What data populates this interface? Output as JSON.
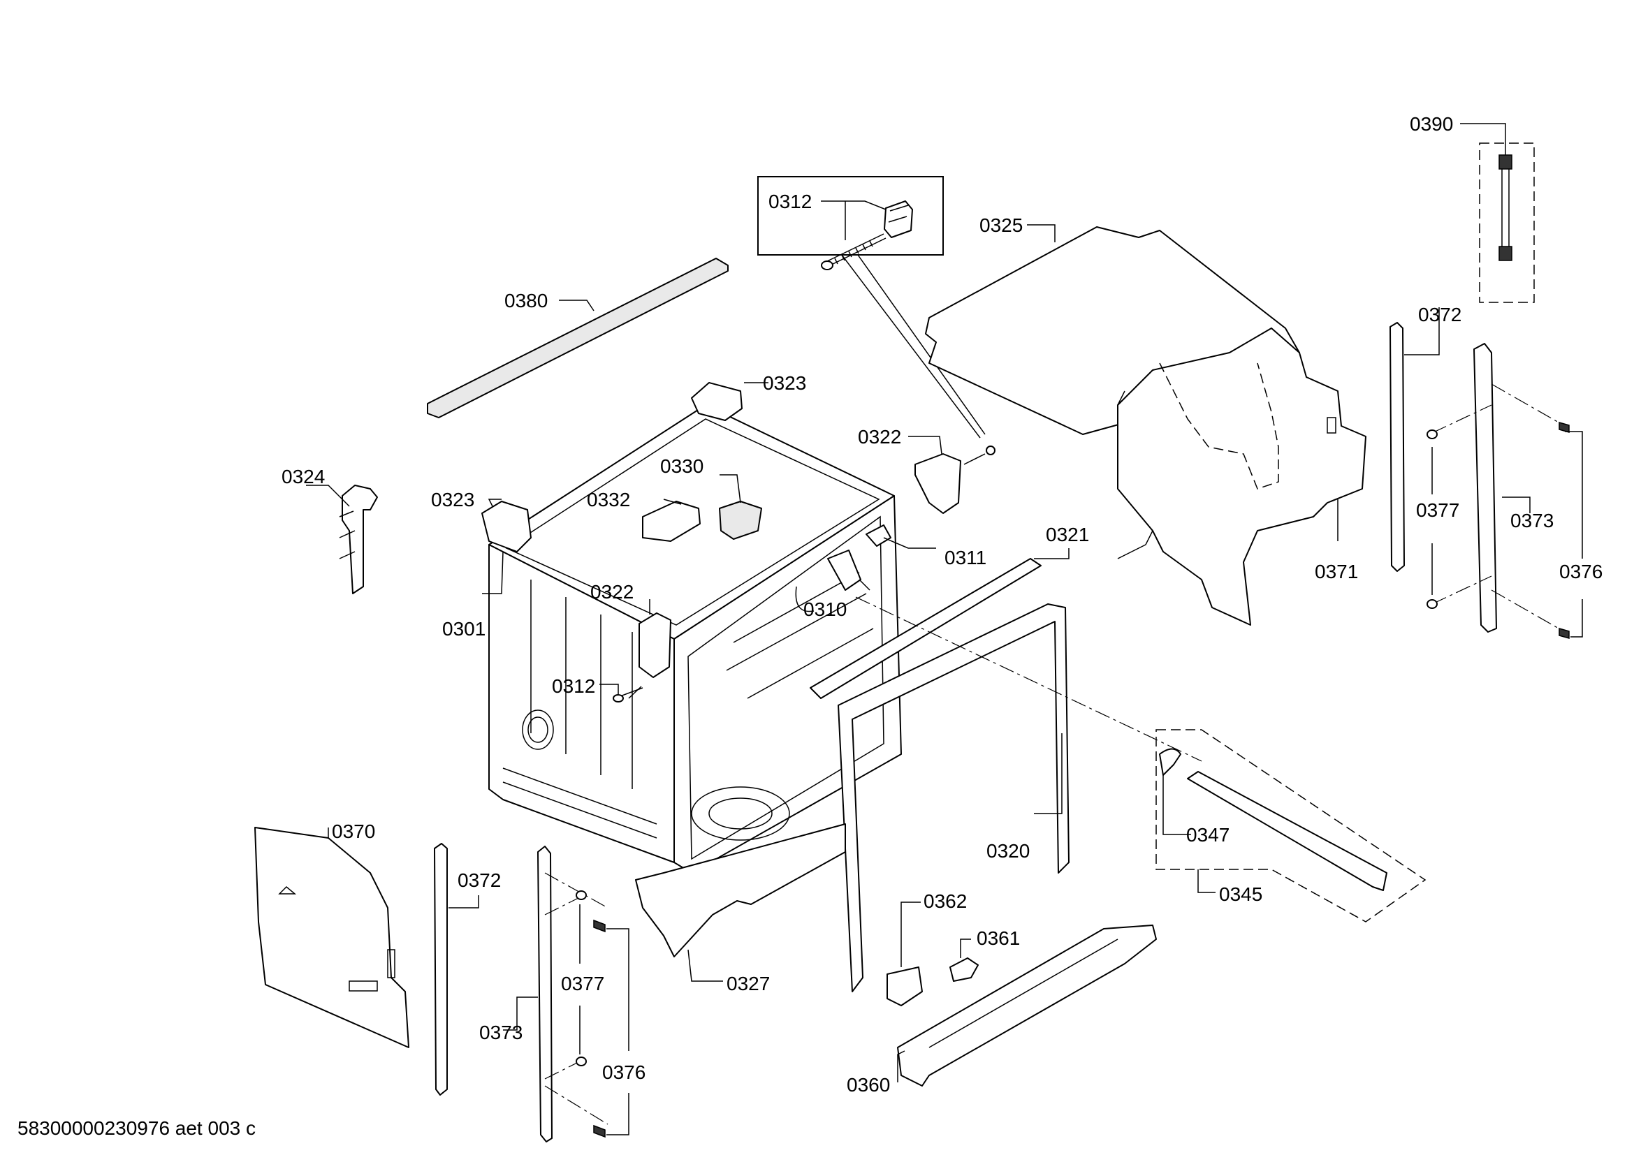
{
  "footer": {
    "document_code": "58300000230976 aet 003 c"
  },
  "labels": [
    {
      "id": "0390",
      "text": "0390"
    },
    {
      "id": "0312-detail",
      "text": "0312"
    },
    {
      "id": "0325",
      "text": "0325"
    },
    {
      "id": "0380",
      "text": "0380"
    },
    {
      "id": "0372-right",
      "text": "0372"
    },
    {
      "id": "0323-top",
      "text": "0323"
    },
    {
      "id": "0322-top",
      "text": "0322"
    },
    {
      "id": "0330",
      "text": "0330"
    },
    {
      "id": "0324",
      "text": "0324"
    },
    {
      "id": "0323-left",
      "text": "0323"
    },
    {
      "id": "0332",
      "text": "0332"
    },
    {
      "id": "0377-right",
      "text": "0377"
    },
    {
      "id": "0373-right",
      "text": "0373"
    },
    {
      "id": "0321",
      "text": "0321"
    },
    {
      "id": "0311",
      "text": "0311"
    },
    {
      "id": "0371",
      "text": "0371"
    },
    {
      "id": "0376-right",
      "text": "0376"
    },
    {
      "id": "0322-mid",
      "text": "0322"
    },
    {
      "id": "0310",
      "text": "0310"
    },
    {
      "id": "0301",
      "text": "0301"
    },
    {
      "id": "0312-mid",
      "text": "0312"
    },
    {
      "id": "0370",
      "text": "0370"
    },
    {
      "id": "0347",
      "text": "0347"
    },
    {
      "id": "0320",
      "text": "0320"
    },
    {
      "id": "0372-left",
      "text": "0372"
    },
    {
      "id": "0345",
      "text": "0345"
    },
    {
      "id": "0362",
      "text": "0362"
    },
    {
      "id": "0361",
      "text": "0361"
    },
    {
      "id": "0377-left",
      "text": "0377"
    },
    {
      "id": "0327",
      "text": "0327"
    },
    {
      "id": "0373-left",
      "text": "0373"
    },
    {
      "id": "0376-left",
      "text": "0376"
    },
    {
      "id": "0360",
      "text": "0360"
    }
  ]
}
